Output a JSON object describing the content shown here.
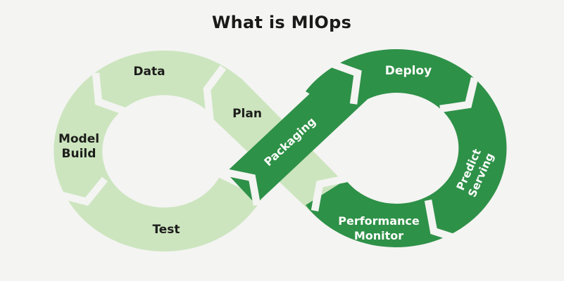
{
  "title": "What is MlOps",
  "colors": {
    "background": "#f4f4f2",
    "light_green": "#cce5bf",
    "dark_green": "#2e9148",
    "dark_label": "#1d1d1b",
    "light_label": "#fcfcfa"
  },
  "left_loop": {
    "data_label": "Data",
    "plan_label": "Plan",
    "model_build_line1": "Model",
    "model_build_line2": "Build",
    "test_label": "Test"
  },
  "bridge": {
    "packaging_label": "Packaging"
  },
  "right_loop": {
    "deploy_label": "Deploy",
    "predict_line1": "Predict",
    "predict_line2": "Serving",
    "monitor_line1": "Performance",
    "monitor_line2": "Monitor"
  }
}
